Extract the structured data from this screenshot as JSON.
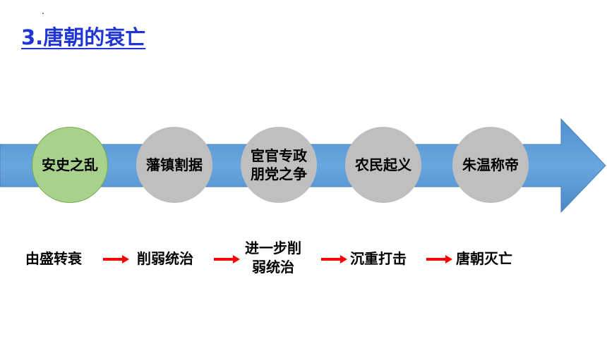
{
  "title": "3.唐朝的衰亡",
  "timeline": [
    {
      "lines": [
        "安史之乱"
      ]
    },
    {
      "lines": [
        "藩镇割据"
      ]
    },
    {
      "lines": [
        "宦官专政",
        "朋党之争"
      ]
    },
    {
      "lines": [
        "农民起义"
      ]
    },
    {
      "lines": [
        "朱温称帝"
      ]
    }
  ],
  "flow": [
    {
      "lines": [
        "由盛转衰"
      ]
    },
    {
      "lines": [
        "削弱统治"
      ]
    },
    {
      "lines": [
        "进一步削",
        "弱统治"
      ]
    },
    {
      "lines": [
        "沉重打击"
      ]
    },
    {
      "lines": [
        "唐朝灭亡"
      ]
    }
  ],
  "colors": {
    "title": "#1f35d6",
    "arrow_band": "#5b9bd5",
    "circle": "#bfbfbf",
    "circle_first": "#a9d18e",
    "flow_arrow": "#ff0000"
  }
}
